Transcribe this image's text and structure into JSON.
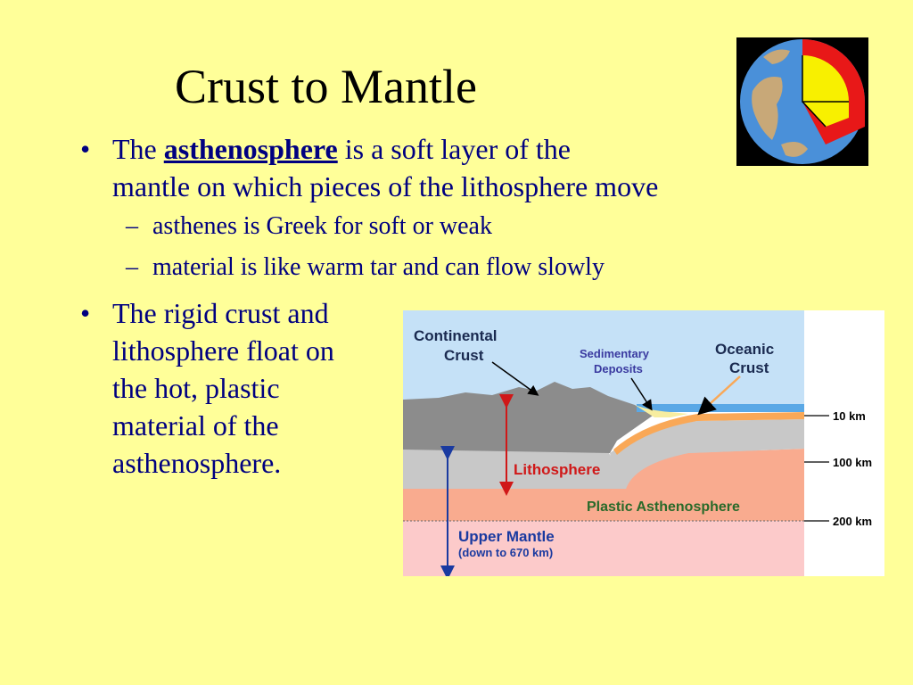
{
  "slide": {
    "title": "Crust to Mantle",
    "bullet1": {
      "prefix": "The ",
      "keyword": "asthenosphere",
      "line1_rest": " is a soft layer of the",
      "line2": "mantle on which pieces of the lithosphere move"
    },
    "sub_bullets": [
      "asthenes is Greek for soft or weak",
      "material is like warm tar and can flow slowly"
    ],
    "bullet2_lines": [
      "The rigid crust and",
      "lithosphere float on",
      "the hot, plastic",
      "material of the",
      "asthenosphere."
    ]
  },
  "diagram": {
    "continental_crust": [
      "Continental",
      "Crust"
    ],
    "sedimentary_deposits": [
      "Sedimentary",
      "Deposits"
    ],
    "oceanic_crust": [
      "Oceanic",
      "Crust"
    ],
    "lithosphere": "Lithosphere",
    "plastic_asthenosphere": "Plastic Asthenosphere",
    "upper_mantle": "Upper Mantle",
    "upper_mantle_note": "(down to 670 km)",
    "depth_labels": [
      "10 km",
      "100 km",
      "200 km"
    ],
    "colors": {
      "sky": "#c5e1f7",
      "continent": "#8c8c8c",
      "lithosphere": "#c8c8c8",
      "asthenosphere": "#f9ab8f",
      "upper_mantle": "#fccaca",
      "ocean": "#5aa8e6",
      "oceanic_crust": "#f9a857",
      "sediment": "#f7eda0",
      "red_arrow": "#d01818",
      "blue_arrow": "#1a3aa0"
    }
  }
}
